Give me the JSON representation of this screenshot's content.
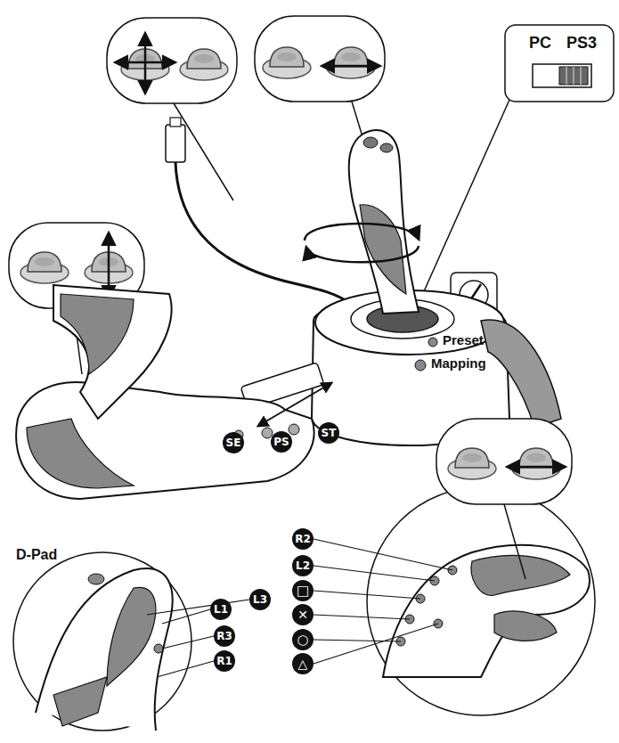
{
  "diagram": {
    "labels": [
      "PC",
      "PS3",
      "Preset",
      "Mapping",
      "SE",
      "PS",
      "ST",
      "D-Pad",
      "L1",
      "L3",
      "R3",
      "R1",
      "R2",
      "L2",
      "□",
      "✕",
      "○",
      "△"
    ]
  }
}
